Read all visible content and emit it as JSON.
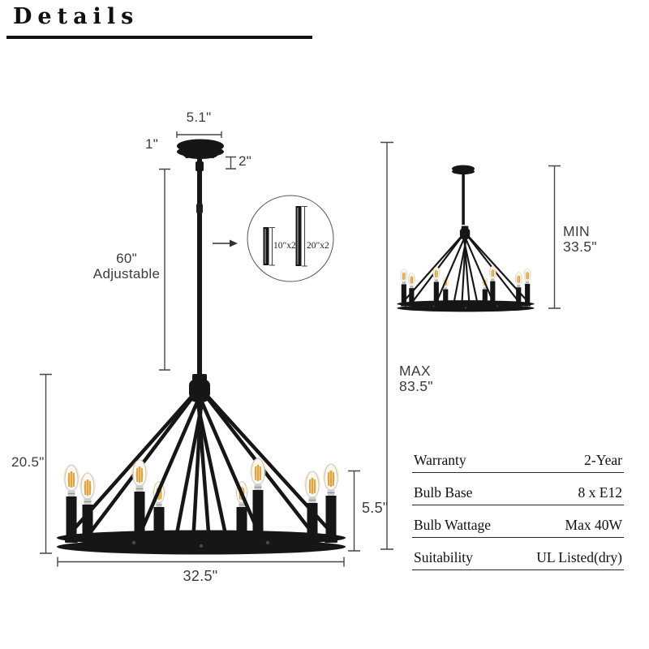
{
  "header": {
    "title": "Details"
  },
  "diagram": {
    "canopy_width": "5.1\"",
    "canopy_height": "1\"",
    "canopy_drop": "2\"",
    "rod_length_line1": "60\"",
    "rod_length_line2": "Adjustable",
    "body_height": "20.5\"",
    "candle_height": "5.5\"",
    "ring_diameter": "32.5\"",
    "inset": {
      "short_rods": "10\"x2",
      "long_rods": "20\"x2"
    },
    "min_label": "MIN",
    "min_value": "33.5\"",
    "max_label": "MAX",
    "max_value": "83.5\""
  },
  "spec_table": {
    "rows": [
      {
        "label": "Warranty",
        "value": "2-Year"
      },
      {
        "label": "Bulb Base",
        "value": "8 x E12"
      },
      {
        "label": "Bulb Wattage",
        "value": "Max 40W"
      },
      {
        "label": "Suitability",
        "value": "UL Listed(dry)"
      }
    ]
  },
  "colors": {
    "ink": "#161616",
    "dim_line": "#474747",
    "label_text": "#3b3b3b",
    "filament": "#cf9130"
  }
}
